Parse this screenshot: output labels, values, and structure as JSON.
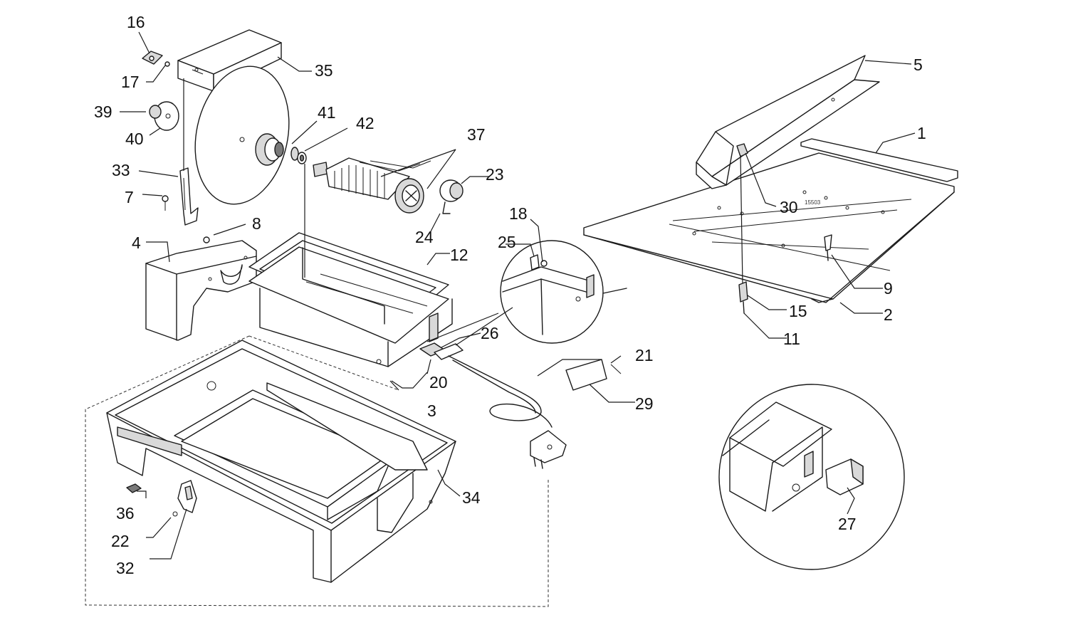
{
  "labels": {
    "l16": "16",
    "l17": "17",
    "l35": "35",
    "l39": "39",
    "l40": "40",
    "l41": "41",
    "l42": "42",
    "l37": "37",
    "l23": "23",
    "l24": "24",
    "l33": "33",
    "l7": "7",
    "l8": "8",
    "l4": "4",
    "l12": "12",
    "l18": "18",
    "l25": "25",
    "l26": "26",
    "l20": "20",
    "l3": "3",
    "l21": "21",
    "l29": "29",
    "l34": "34",
    "l36": "36",
    "l22": "22",
    "l32": "32",
    "l5": "5",
    "l1": "1",
    "l30": "30",
    "l9": "9",
    "l15": "15",
    "l2": "2",
    "l11": "11",
    "l27": "27"
  },
  "stamp": "15503"
}
